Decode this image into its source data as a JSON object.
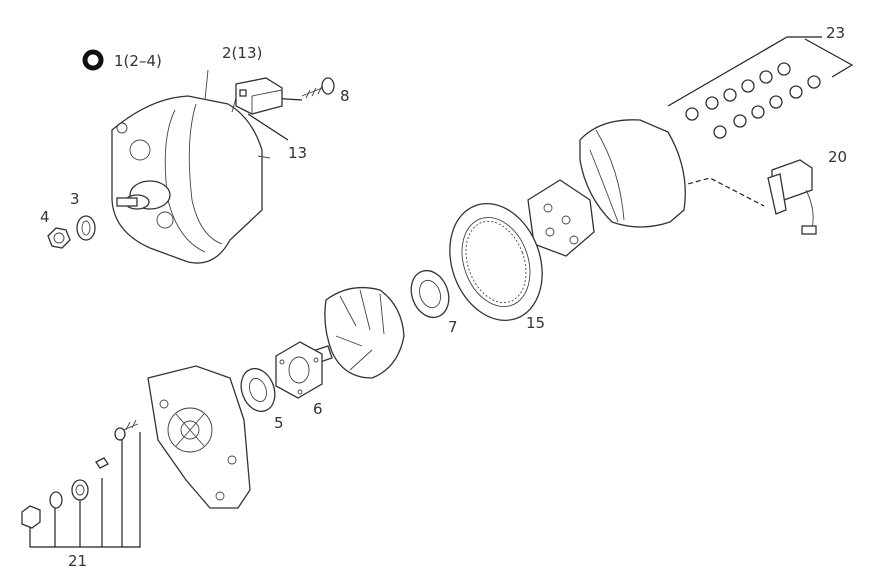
{
  "labels": {
    "l1": "1(2–4)",
    "l2": "2(13)",
    "l3": "3",
    "l4": "4",
    "l5": "5",
    "l6": "6",
    "l7": "7",
    "l8": "8",
    "l13": "13",
    "l15": "15",
    "l20": "20",
    "l21": "21",
    "l23": "23"
  },
  "colors": {
    "line": "#222222",
    "part_fill": "#ffffff",
    "label": "#333333"
  },
  "icons": {
    "key_marker": "black-ring-icon"
  }
}
